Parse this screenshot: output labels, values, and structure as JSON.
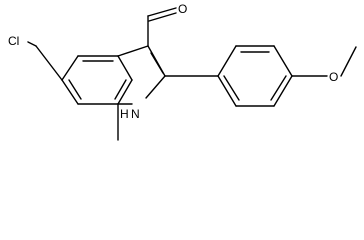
{
  "labels": {
    "chloro": "Cl",
    "indole_nh": "H",
    "indole_n": "N",
    "aldehyde_o": "O",
    "methoxy_o": "O"
  }
}
